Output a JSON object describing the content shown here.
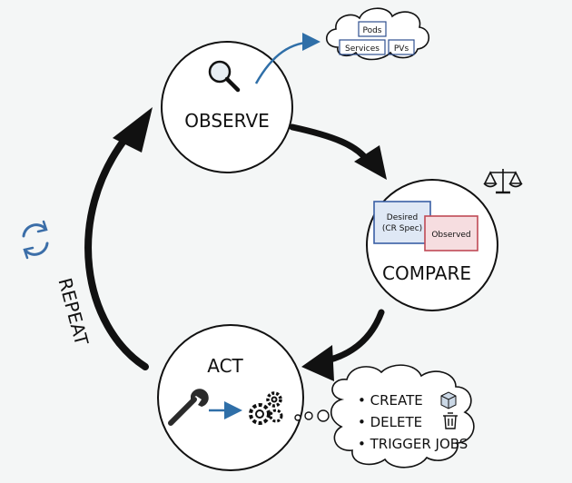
{
  "diagram": {
    "type": "control-loop",
    "stages": {
      "observe": {
        "label": "OBSERVE",
        "icon": "magnifier-icon"
      },
      "compare": {
        "label": "COMPARE",
        "icon": "scales-icon",
        "desired_label_line1": "Desired",
        "desired_label_line2": "(CR Spec)",
        "observed_label": "Observed"
      },
      "act": {
        "label": "ACT",
        "icon": "wrench-icon",
        "secondary_icon": "gears-icon"
      }
    },
    "loop_label": "REPEAT",
    "loop_icon": "refresh-icon",
    "resources_cloud": {
      "items": [
        "Pods",
        "Services",
        "PVs"
      ]
    },
    "actions_cloud": {
      "items": [
        {
          "label": "CREATE",
          "icon": "cube-icon"
        },
        {
          "label": "DELETE",
          "icon": "trash-icon"
        },
        {
          "label": "TRIGGER JOBS",
          "icon": ""
        }
      ]
    },
    "colors": {
      "background": "#f4f6f6",
      "ink": "#111111",
      "accent_blue": "#2f6fa8",
      "desired_fill": "#dfe8f5",
      "desired_border": "#3a5fa5",
      "observed_fill": "#f6dde0",
      "observed_border": "#c04a55"
    }
  }
}
